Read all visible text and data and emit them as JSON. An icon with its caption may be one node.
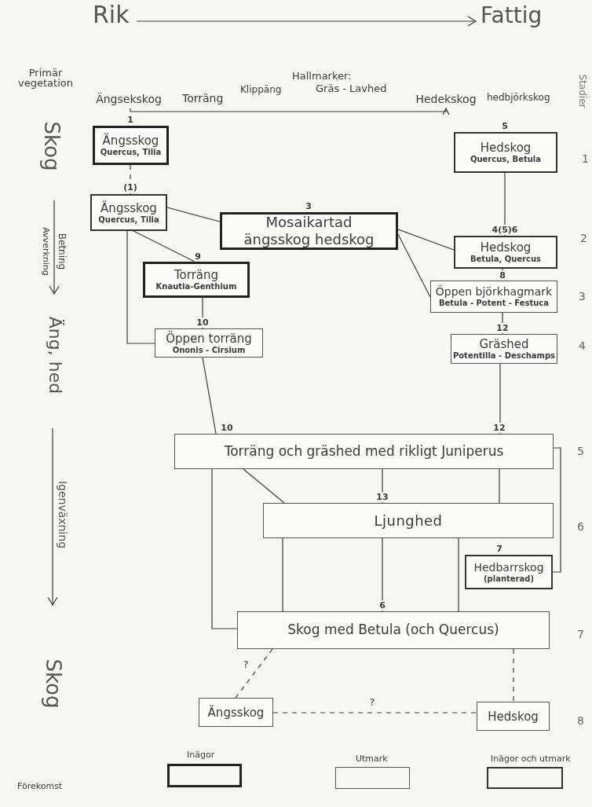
{
  "diagram": {
    "nodes": [
      {
        "text": [
          "Ängsekskog"
        ]
      },
      {
        "text": [
          "Hedekskog"
        ]
      },
      {
        "text": [
          "Ängsskog",
          "Quercus, Tilia"
        ],
        "beside": [
          "1"
        ]
      },
      {
        "text": [
          "Hedskog",
          "Quercus, Betula"
        ],
        "beside": [
          "5"
        ]
      },
      {
        "text": [
          "Ängsskog",
          "Quercus, Tilia"
        ],
        "beside": [
          "(1)"
        ]
      },
      {
        "text": [
          "Mosaikartad ängsskog hedskog"
        ],
        "beside": [
          "3"
        ]
      },
      {
        "text": [
          "Hedskog",
          "Betula, Quercus"
        ],
        "beside": [
          "4(5)6"
        ]
      },
      {
        "text": [
          "Torräng",
          "Knautia-Genthium"
        ],
        "beside": [
          "9"
        ]
      },
      {
        "text": [
          "Öppen björkhagmark",
          "Betula - Potent - Festuca"
        ],
        "beside": [
          "8"
        ]
      },
      {
        "text": [
          "Öppen torräng",
          "Ononis - Cirsium"
        ],
        "beside": [
          "10"
        ]
      },
      {
        "text": [
          "Gräshed",
          "Potentilla - Deschamps"
        ],
        "beside": [
          "12"
        ]
      },
      {
        "text": [
          "Torräng och gräshed med rikligt Juniperus"
        ],
        "beside": [
          "10",
          "12"
        ]
      },
      {
        "text": [
          "Ljunghed"
        ],
        "beside": [
          "13"
        ]
      },
      {
        "text": [
          "Hedbarrskog",
          "(planterad)"
        ],
        "beside": [
          "7"
        ]
      },
      {
        "text": [
          "Skog med Betula (och Quercus)"
        ],
        "beside": [
          "6"
        ]
      },
      {
        "text": [
          "Ängsskog"
        ]
      },
      {
        "text": [
          "Hedskog"
        ]
      }
    ],
    "edges": [
      {
        "from": 0,
        "to": 1,
        "arrow": "to"
      },
      {
        "from": 2,
        "to": 4,
        "arrow": "none",
        "style": "dashed"
      },
      {
        "from": 3,
        "to": 6,
        "arrow": "none"
      },
      {
        "from": 4,
        "to": 5,
        "arrow": "none"
      },
      {
        "from": 4,
        "to": 7,
        "arrow": "none"
      },
      {
        "from": 4,
        "to": 9,
        "arrow": "none"
      },
      {
        "from": 5,
        "to": 6,
        "arrow": "none"
      },
      {
        "from": 5,
        "to": 8,
        "arrow": "none"
      },
      {
        "from": 7,
        "to": 9,
        "arrow": "none"
      },
      {
        "from": 6,
        "to": 8,
        "arrow": "none"
      },
      {
        "from": 8,
        "to": 10,
        "arrow": "none"
      },
      {
        "from": 9,
        "to": 11,
        "arrow": "none"
      },
      {
        "from": 10,
        "to": 11,
        "arrow": "none"
      },
      {
        "from": 11,
        "to": 12,
        "arrow": "none"
      },
      {
        "from": 11,
        "to": 12,
        "arrow": "none"
      },
      {
        "from": 11,
        "to": 12,
        "arrow": "none"
      },
      {
        "from": 11,
        "to": 14,
        "arrow": "none"
      },
      {
        "from": 11,
        "to": 13,
        "arrow": "none"
      },
      {
        "from": 12,
        "to": 14,
        "arrow": "none"
      },
      {
        "from": 12,
        "to": 14,
        "arrow": "none"
      },
      {
        "from": 12,
        "to": 14,
        "arrow": "none"
      },
      {
        "from": 14,
        "to": 15,
        "arrow": "none",
        "style": "dashed",
        "label": "?"
      },
      {
        "from": 14,
        "to": 16,
        "arrow": "none",
        "style": "dashed"
      },
      {
        "from": 15,
        "to": 16,
        "arrow": "none",
        "style": "dashed",
        "label": "?"
      }
    ],
    "labels": [
      "Rik",
      "Fattig",
      "Hallmarker:",
      "Primär vegetation",
      "Klippäng",
      "Gräs - Lavhed",
      "Torräng",
      "hedbjörkskog",
      "Stadier",
      "Skog",
      "1",
      "Betning",
      "Avverkning",
      "2",
      "3",
      "Äng, hed",
      "4",
      "5",
      "Igenväxning",
      "6",
      "7",
      "Skog",
      "8",
      "Förekomst"
    ],
    "legend": [
      {
        "text": "Inägor"
      },
      {
        "text": "Utmark"
      },
      {
        "text": "Inägor och utmark"
      }
    ]
  }
}
